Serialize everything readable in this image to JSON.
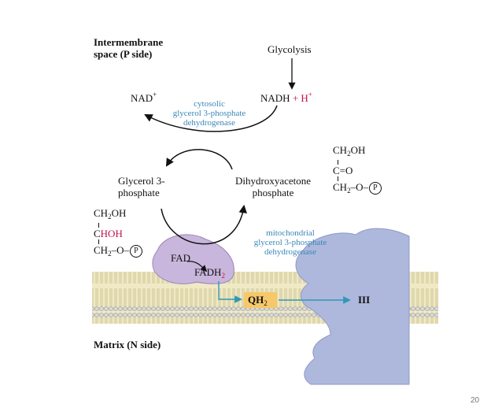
{
  "labels": {
    "intermembrane_line1": "Intermembrane",
    "intermembrane_line2": "space (P side)",
    "glycolysis": "Glycolysis",
    "nad_plus": "NAD",
    "nad_plus_sup": "+",
    "nadh": "NADH",
    "h_plus": "+ H",
    "h_plus_sup": "+",
    "cytosolic_enzyme_1": "cytosolic",
    "cytosolic_enzyme_2": "glycerol 3-phosphate",
    "cytosolic_enzyme_3": "dehydrogenase",
    "glycerol3p_line1": "Glycerol 3-",
    "glycerol3p_line2": "phosphate",
    "dhap_line1": "Dihydroxyacetone",
    "dhap_line2": "phosphate",
    "mito_enzyme_1": "mitochondrial",
    "mito_enzyme_2": "glycerol 3-phosphate",
    "mito_enzyme_3": "dehydrogenase",
    "fad": "FAD",
    "fadh2": "FADH",
    "fadh2_sub": "2",
    "qh2": "QH",
    "qh2_sub": "2",
    "complex_iii": "III",
    "matrix": "Matrix (N side)",
    "page_number": "20"
  },
  "dhap_structure": {
    "row1": "CH",
    "row1_sub": "2",
    "row1_tail": "OH",
    "row2": "C=O",
    "row3": "CH",
    "row3_sub": "2",
    "row3_tail": "–O–",
    "phosphate": "P"
  },
  "glycerol3p_structure": {
    "row1": "CH",
    "row1_sub": "2",
    "row1_tail": "OH",
    "row2_c": "C",
    "row2_hoh": "HOH",
    "row3": "CH",
    "row3_sub": "2",
    "row3_tail": "–O–",
    "phosphate": "P"
  },
  "colors": {
    "enzyme_text": "#3a87b8",
    "highlight_red": "#c0114b",
    "mito_enzyme_fill": "#c9b6dc",
    "complex_iii_fill": "#aeb8dc",
    "membrane_fill": "#efe9c6",
    "qh2_fill": "#f6c86a",
    "transfer_arrow": "#2f98b8"
  }
}
